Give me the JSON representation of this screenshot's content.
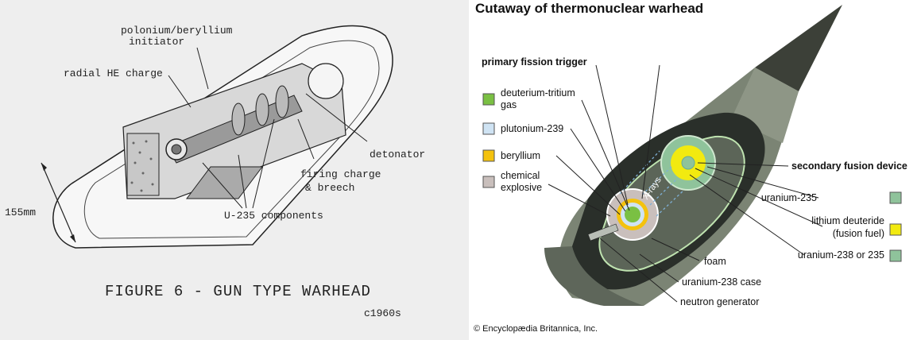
{
  "left": {
    "caption": "FIGURE 6 - GUN TYPE WARHEAD",
    "date": "c1960s",
    "dimension": "155mm",
    "labels": {
      "initiator_1": "polonium/beryllium",
      "initiator_2": "initiator",
      "he_charge": "radial HE charge",
      "detonator": "detonator",
      "firing_1": "firing charge",
      "firing_2": "& breech",
      "u235": "U-235 components"
    }
  },
  "right": {
    "title": "Cutaway of thermonuclear warhead",
    "primary_heading": "primary fission trigger",
    "secondary_heading": "secondary fusion device",
    "legend_left": [
      {
        "line1": "deuterium-tritium",
        "line2": "gas",
        "color": "#7ac043"
      },
      {
        "line1": "plutonium-239",
        "line2": "",
        "color": "#cfe3f3"
      },
      {
        "line1": "beryllium",
        "line2": "",
        "color": "#f4c20d"
      },
      {
        "line1": "chemical",
        "line2": "explosive",
        "color": "#c9bfbc"
      }
    ],
    "legend_right": [
      {
        "line1": "uranium-235",
        "line2": "",
        "color": "#8fc39b"
      },
      {
        "line1": "lithium deuteride",
        "line2": "(fusion fuel)",
        "color": "#f2ea10"
      },
      {
        "line1": "uranium-238 or 235",
        "line2": "",
        "color": "#8fc39b"
      }
    ],
    "bottom_labels": {
      "foam": "foam",
      "case": "uranium-238 case",
      "neutron": "neutron generator"
    },
    "xrays": "X-rays",
    "copyright": "© Encyclopædia Britannica, Inc."
  }
}
